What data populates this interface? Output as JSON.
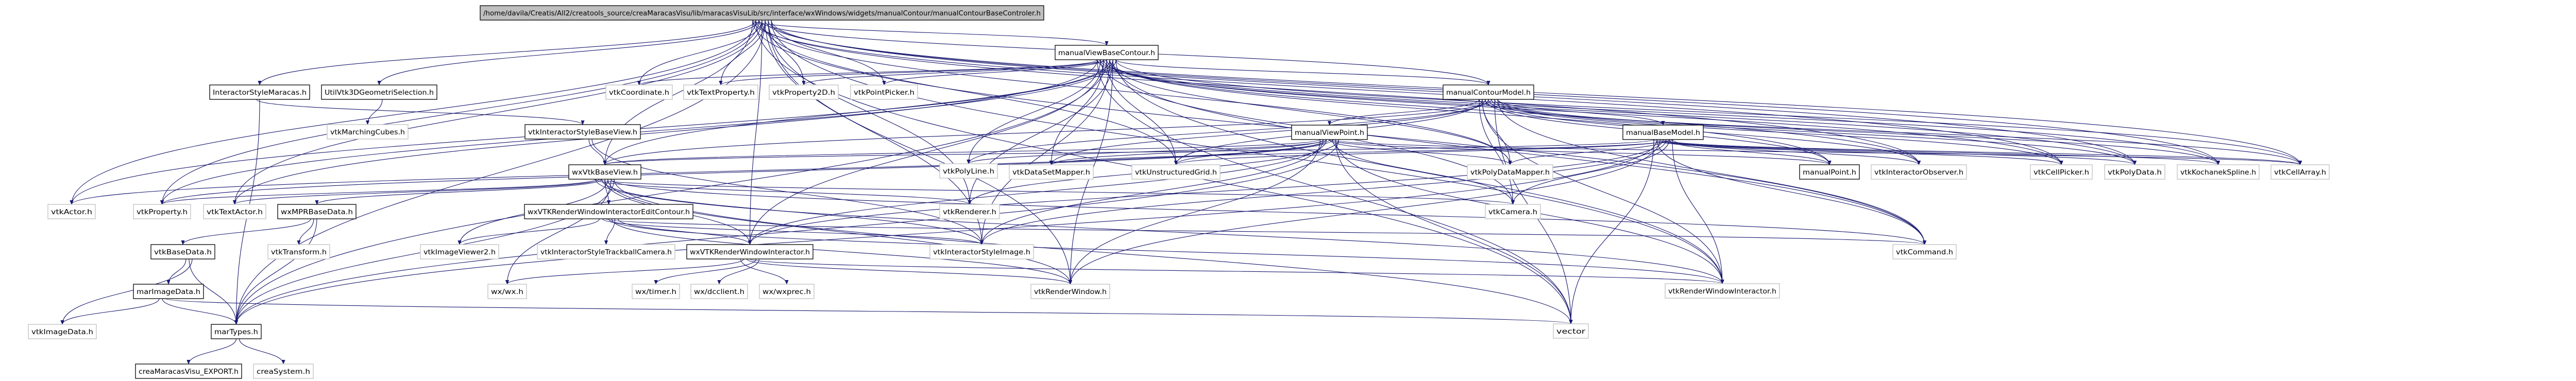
{
  "colors": {
    "edge": "#191970",
    "root_fill": "#bfbfbf",
    "documented_border": "#000000",
    "external_border": "#c8c8c8"
  },
  "nodes": [
    {
      "id": "root",
      "label": "/home/davila/Creatis/All2/creatools_source/creaMaracasVisu/lib/maracasVisuLib/src/interface/wxWindows/widgets/manualContour/manualContourBaseControler.h",
      "kind": "root"
    },
    {
      "id": "manualViewBaseContour",
      "label": "manualViewBaseContour.h",
      "kind": "documented"
    },
    {
      "id": "InteractorStyleMaracas",
      "label": "InteractorStyleMaracas.h",
      "kind": "documented"
    },
    {
      "id": "UtilVtk3DGeometriSelection",
      "label": "UtilVtk3DGeometriSelection.h",
      "kind": "documented"
    },
    {
      "id": "vtkCoordinate",
      "label": "vtkCoordinate.h",
      "kind": "external"
    },
    {
      "id": "vtkTextProperty",
      "label": "vtkTextProperty.h",
      "kind": "external"
    },
    {
      "id": "vtkProperty2D",
      "label": "vtkProperty2D.h",
      "kind": "external"
    },
    {
      "id": "vtkPointPicker",
      "label": "vtkPointPicker.h",
      "kind": "external"
    },
    {
      "id": "manualContourModel",
      "label": "manualContourModel.h",
      "kind": "documented"
    },
    {
      "id": "vtkMarchingCubes",
      "label": "vtkMarchingCubes.h",
      "kind": "external"
    },
    {
      "id": "vtkInteractorStyleBaseView",
      "label": "vtkInteractorStyleBaseView.h",
      "kind": "documented"
    },
    {
      "id": "manualViewPoint",
      "label": "manualViewPoint.h",
      "kind": "documented"
    },
    {
      "id": "manualBaseModel",
      "label": "manualBaseModel.h",
      "kind": "documented"
    },
    {
      "id": "wxVtkBaseView",
      "label": "wxVtkBaseView.h",
      "kind": "documented"
    },
    {
      "id": "vtkPolyLine",
      "label": "vtkPolyLine.h",
      "kind": "external"
    },
    {
      "id": "vtkDataSetMapper",
      "label": "vtkDataSetMapper.h",
      "kind": "external"
    },
    {
      "id": "vtkUnstructuredGrid",
      "label": "vtkUnstructuredGrid.h",
      "kind": "external"
    },
    {
      "id": "vtkPolyDataMapper",
      "label": "vtkPolyDataMapper.h",
      "kind": "external"
    },
    {
      "id": "manualPoint",
      "label": "manualPoint.h",
      "kind": "documented"
    },
    {
      "id": "vtkInteractorObserver",
      "label": "vtkInteractorObserver.h",
      "kind": "external"
    },
    {
      "id": "vtkCellPicker",
      "label": "vtkCellPicker.h",
      "kind": "external"
    },
    {
      "id": "vtkPolyData",
      "label": "vtkPolyData.h",
      "kind": "external"
    },
    {
      "id": "vtkKochanekSpline",
      "label": "vtkKochanekSpline.h",
      "kind": "external"
    },
    {
      "id": "vtkCellArray",
      "label": "vtkCellArray.h",
      "kind": "external"
    },
    {
      "id": "vtkActor",
      "label": "vtkActor.h",
      "kind": "external"
    },
    {
      "id": "vtkProperty",
      "label": "vtkProperty.h",
      "kind": "external"
    },
    {
      "id": "vtkTextActor",
      "label": "vtkTextActor.h",
      "kind": "external"
    },
    {
      "id": "wxMPRBaseData",
      "label": "wxMPRBaseData.h",
      "kind": "documented"
    },
    {
      "id": "wxVTKRenderWindowInteractorEditContour",
      "label": "wxVTKRenderWindowInteractorEditContour.h",
      "kind": "documented"
    },
    {
      "id": "vtkRenderer",
      "label": "vtkRenderer.h",
      "kind": "external"
    },
    {
      "id": "vtkCamera",
      "label": "vtkCamera.h",
      "kind": "external"
    },
    {
      "id": "vtkBaseData",
      "label": "vtkBaseData.h",
      "kind": "documented"
    },
    {
      "id": "vtkTransform",
      "label": "vtkTransform.h",
      "kind": "external"
    },
    {
      "id": "vtkImageViewer2",
      "label": "vtkImageViewer2.h",
      "kind": "external"
    },
    {
      "id": "vtkInteractorStyleTrackballCamera",
      "label": "vtkInteractorStyleTrackballCamera.h",
      "kind": "external"
    },
    {
      "id": "wxVTKRenderWindowInteractor",
      "label": "wxVTKRenderWindowInteractor.h",
      "kind": "documented"
    },
    {
      "id": "vtkInteractorStyleImage",
      "label": "vtkInteractorStyleImage.h",
      "kind": "external"
    },
    {
      "id": "vtkCommand",
      "label": "vtkCommand.h",
      "kind": "external"
    },
    {
      "id": "marImageData",
      "label": "marImageData.h",
      "kind": "documented"
    },
    {
      "id": "wxwx",
      "label": "wx/wx.h",
      "kind": "external"
    },
    {
      "id": "wxtimer",
      "label": "wx/timer.h",
      "kind": "external"
    },
    {
      "id": "wxdcclient",
      "label": "wx/dcclient.h",
      "kind": "external"
    },
    {
      "id": "wxwxprec",
      "label": "wx/wxprec.h",
      "kind": "external"
    },
    {
      "id": "vtkRenderWindow",
      "label": "vtkRenderWindow.h",
      "kind": "external"
    },
    {
      "id": "vtkRenderWindowInteractor",
      "label": "vtkRenderWindowInteractor.h",
      "kind": "external"
    },
    {
      "id": "vtkImageData",
      "label": "vtkImageData.h",
      "kind": "external"
    },
    {
      "id": "marTypes",
      "label": "marTypes.h",
      "kind": "documented"
    },
    {
      "id": "vector",
      "label": "vector",
      "kind": "external"
    },
    {
      "id": "creaMaracasVisu_EXPORT",
      "label": "creaMaracasVisu_EXPORT.h",
      "kind": "documented"
    },
    {
      "id": "creaSystem",
      "label": "creaSystem.h",
      "kind": "external"
    }
  ],
  "edges": [
    [
      "root",
      "manualViewBaseContour"
    ],
    [
      "root",
      "InteractorStyleMaracas"
    ],
    [
      "root",
      "UtilVtk3DGeometriSelection"
    ],
    [
      "root",
      "vtkCoordinate"
    ],
    [
      "root",
      "vtkTextProperty"
    ],
    [
      "root",
      "vtkProperty2D"
    ],
    [
      "root",
      "vtkPointPicker"
    ],
    [
      "root",
      "wxVtkBaseView"
    ],
    [
      "root",
      "vtkActor"
    ],
    [
      "root",
      "vtkProperty"
    ],
    [
      "root",
      "vtkTextActor"
    ],
    [
      "root",
      "marTypes"
    ],
    [
      "root",
      "vtkRenderer"
    ],
    [
      "root",
      "vtkRenderWindowInteractor"
    ],
    [
      "root",
      "vtkCommand"
    ],
    [
      "root",
      "vector"
    ],
    [
      "root",
      "vtkPolyDataMapper"
    ],
    [
      "root",
      "vtkUnstructuredGrid"
    ],
    [
      "root",
      "vtkCellArray"
    ],
    [
      "root",
      "vtkKochanekSpline"
    ],
    [
      "root",
      "vtkPolyData"
    ],
    [
      "root",
      "vtkCellPicker"
    ],
    [
      "root",
      "vtkInteractorObserver"
    ],
    [
      "root",
      "manualContourModel"
    ],
    [
      "root",
      "wxVTKRenderWindowInteractor"
    ],
    [
      "root",
      "vtkInteractorStyleImage"
    ],
    [
      "root",
      "vtkRenderWindow"
    ],
    [
      "manualViewBaseContour",
      "manualContourModel"
    ],
    [
      "manualViewBaseContour",
      "vtkTextProperty"
    ],
    [
      "manualViewBaseContour",
      "vtkProperty2D"
    ],
    [
      "manualViewBaseContour",
      "vtkPointPicker"
    ],
    [
      "manualViewBaseContour",
      "vtkCoordinate"
    ],
    [
      "manualViewBaseContour",
      "wxVtkBaseView"
    ],
    [
      "manualViewBaseContour",
      "vtkActor"
    ],
    [
      "manualViewBaseContour",
      "vtkProperty"
    ],
    [
      "manualViewBaseContour",
      "vtkTextActor"
    ],
    [
      "manualViewBaseContour",
      "vtkPolyLine"
    ],
    [
      "manualViewBaseContour",
      "vtkDataSetMapper"
    ],
    [
      "manualViewBaseContour",
      "vtkUnstructuredGrid"
    ],
    [
      "manualViewBaseContour",
      "vtkPolyDataMapper"
    ],
    [
      "manualViewBaseContour",
      "vtkRenderer"
    ],
    [
      "manualViewBaseContour",
      "vtkCellArray"
    ],
    [
      "manualViewBaseContour",
      "vtkPolyData"
    ],
    [
      "manualViewBaseContour",
      "vtkKochanekSpline"
    ],
    [
      "manualViewBaseContour",
      "vtkCellPicker"
    ],
    [
      "manualViewBaseContour",
      "vtkInteractorObserver"
    ],
    [
      "manualViewBaseContour",
      "manualPoint"
    ],
    [
      "manualViewBaseContour",
      "vtkCamera"
    ],
    [
      "manualViewBaseContour",
      "vtkRenderWindowInteractor"
    ],
    [
      "manualViewBaseContour",
      "vector"
    ],
    [
      "manualViewBaseContour",
      "vtkCommand"
    ],
    [
      "manualViewBaseContour",
      "wxVTKRenderWindowInteractor"
    ],
    [
      "manualViewBaseContour",
      "marTypes"
    ],
    [
      "manualViewBaseContour",
      "vtkInteractorStyleImage"
    ],
    [
      "manualViewBaseContour",
      "vtkRenderWindow"
    ],
    [
      "manualContourModel",
      "manualBaseModel"
    ],
    [
      "manualContourModel",
      "manualViewPoint"
    ],
    [
      "manualContourModel",
      "vtkPolyDataMapper"
    ],
    [
      "manualContourModel",
      "manualPoint"
    ],
    [
      "manualContourModel",
      "vtkInteractorObserver"
    ],
    [
      "manualContourModel",
      "vtkCellPicker"
    ],
    [
      "manualContourModel",
      "vtkPolyData"
    ],
    [
      "manualContourModel",
      "vtkKochanekSpline"
    ],
    [
      "manualContourModel",
      "vtkCellArray"
    ],
    [
      "manualContourModel",
      "vtkUnstructuredGrid"
    ],
    [
      "manualContourModel",
      "vtkDataSetMapper"
    ],
    [
      "manualContourModel",
      "vtkPolyLine"
    ],
    [
      "manualContourModel",
      "wxVtkBaseView"
    ],
    [
      "manualContourModel",
      "vector"
    ],
    [
      "manualContourModel",
      "vtkCommand"
    ],
    [
      "manualContourModel",
      "vtkCamera"
    ],
    [
      "manualContourModel",
      "vtkRenderWindowInteractor"
    ],
    [
      "manualViewPoint",
      "vtkUnstructuredGrid"
    ],
    [
      "manualViewPoint",
      "vtkPolyDataMapper"
    ],
    [
      "manualViewPoint",
      "vtkCamera"
    ],
    [
      "manualViewPoint",
      "vtkRenderWindowInteractor"
    ],
    [
      "manualViewPoint",
      "vtkRenderer"
    ],
    [
      "manualViewPoint",
      "wxVtkBaseView"
    ],
    [
      "manualViewPoint",
      "vtkDataSetMapper"
    ],
    [
      "manualViewPoint",
      "vtkPolyLine"
    ],
    [
      "manualViewPoint",
      "vtkActor"
    ],
    [
      "manualViewPoint",
      "vtkProperty"
    ],
    [
      "manualViewPoint",
      "vector"
    ],
    [
      "manualViewPoint",
      "marTypes"
    ],
    [
      "manualViewPoint",
      "vtkRenderWindow"
    ],
    [
      "manualViewPoint",
      "vtkInteractorStyleImage"
    ],
    [
      "manualViewPoint",
      "wxVTKRenderWindowInteractor"
    ],
    [
      "manualViewPoint",
      "manualPoint"
    ],
    [
      "manualViewPoint",
      "vtkCellArray"
    ],
    [
      "manualBaseModel",
      "manualPoint"
    ],
    [
      "manualBaseModel",
      "vtkInteractorObserver"
    ],
    [
      "manualBaseModel",
      "vtkCellPicker"
    ],
    [
      "manualBaseModel",
      "vtkPolyData"
    ],
    [
      "manualBaseModel",
      "vtkKochanekSpline"
    ],
    [
      "manualBaseModel",
      "vtkCellArray"
    ],
    [
      "manualBaseModel",
      "vtkPolyDataMapper"
    ],
    [
      "manualBaseModel",
      "vtkCamera"
    ],
    [
      "manualBaseModel",
      "vtkRenderWindowInteractor"
    ],
    [
      "manualBaseModel",
      "vector"
    ],
    [
      "manualBaseModel",
      "vtkCommand"
    ],
    [
      "manualBaseModel",
      "vtkRenderWindow"
    ],
    [
      "manualBaseModel",
      "wxVTKRenderWindowInteractor"
    ],
    [
      "manualBaseModel",
      "vtkInteractorStyleImage"
    ],
    [
      "manualBaseModel",
      "vtkUnstructuredGrid"
    ],
    [
      "manualBaseModel",
      "vtkDataSetMapper"
    ],
    [
      "manualBaseModel",
      "wxVtkBaseView"
    ],
    [
      "manualBaseModel",
      "marTypes"
    ],
    [
      "InteractorStyleMaracas",
      "vtkInteractorStyleBaseView"
    ],
    [
      "InteractorStyleMaracas",
      "marTypes"
    ],
    [
      "UtilVtk3DGeometriSelection",
      "vtkMarchingCubes"
    ],
    [
      "vtkInteractorStyleBaseView",
      "wxVtkBaseView"
    ],
    [
      "vtkInteractorStyleBaseView",
      "vtkInteractorStyleImage"
    ],
    [
      "wxVtkBaseView",
      "vtkProperty"
    ],
    [
      "wxVtkBaseView",
      "vtkTextActor"
    ],
    [
      "wxVtkBaseView",
      "wxMPRBaseData"
    ],
    [
      "wxVtkBaseView",
      "wxVTKRenderWindowInteractorEditContour"
    ],
    [
      "wxVtkBaseView",
      "vtkImageViewer2"
    ],
    [
      "wxVtkBaseView",
      "wxwx"
    ],
    [
      "wxVtkBaseView",
      "marTypes"
    ],
    [
      "wxVtkBaseView",
      "vtkRenderer"
    ],
    [
      "wxVtkBaseView",
      "vtkCamera"
    ],
    [
      "wxVtkBaseView",
      "vtkInteractorStyleImage"
    ],
    [
      "wxVtkBaseView",
      "wxVTKRenderWindowInteractor"
    ],
    [
      "wxVtkBaseView",
      "vtkRenderWindow"
    ],
    [
      "wxVtkBaseView",
      "vtkCommand"
    ],
    [
      "wxVtkBaseView",
      "vector"
    ],
    [
      "wxVtkBaseView",
      "vtkRenderWindowInteractor"
    ],
    [
      "wxMPRBaseData",
      "vtkBaseData"
    ],
    [
      "wxMPRBaseData",
      "vtkTransform"
    ],
    [
      "wxMPRBaseData",
      "marTypes"
    ],
    [
      "vtkBaseData",
      "marImageData"
    ],
    [
      "vtkBaseData",
      "marTypes"
    ],
    [
      "vtkBaseData",
      "vtkImageData"
    ],
    [
      "marImageData",
      "vtkImageData"
    ],
    [
      "marImageData",
      "marTypes"
    ],
    [
      "marImageData",
      "vector"
    ],
    [
      "marTypes",
      "creaMaracasVisu_EXPORT"
    ],
    [
      "marTypes",
      "creaSystem"
    ],
    [
      "wxVTKRenderWindowInteractorEditContour",
      "vtkInteractorStyleTrackballCamera"
    ],
    [
      "wxVTKRenderWindowInteractorEditContour",
      "wxVTKRenderWindowInteractor"
    ],
    [
      "wxVTKRenderWindowInteractorEditContour",
      "vtkImageViewer2"
    ],
    [
      "wxVTKRenderWindowInteractorEditContour",
      "vtkInteractorStyleImage"
    ],
    [
      "wxVTKRenderWindowInteractorEditContour",
      "vtkCommand"
    ],
    [
      "wxVTKRenderWindowInteractorEditContour",
      "vtkRenderWindowInteractor"
    ],
    [
      "wxVTKRenderWindowInteractorEditContour",
      "vtkRenderWindow"
    ],
    [
      "wxVTKRenderWindowInteractor",
      "wxtimer"
    ],
    [
      "wxVTKRenderWindowInteractor",
      "wxdcclient"
    ],
    [
      "wxVTKRenderWindowInteractor",
      "wxwxprec"
    ],
    [
      "wxVTKRenderWindowInteractor",
      "wxwx"
    ],
    [
      "wxVTKRenderWindowInteractor",
      "vtkRenderWindow"
    ],
    [
      "wxVTKRenderWindowInteractor",
      "vtkRenderWindowInteractor"
    ]
  ]
}
